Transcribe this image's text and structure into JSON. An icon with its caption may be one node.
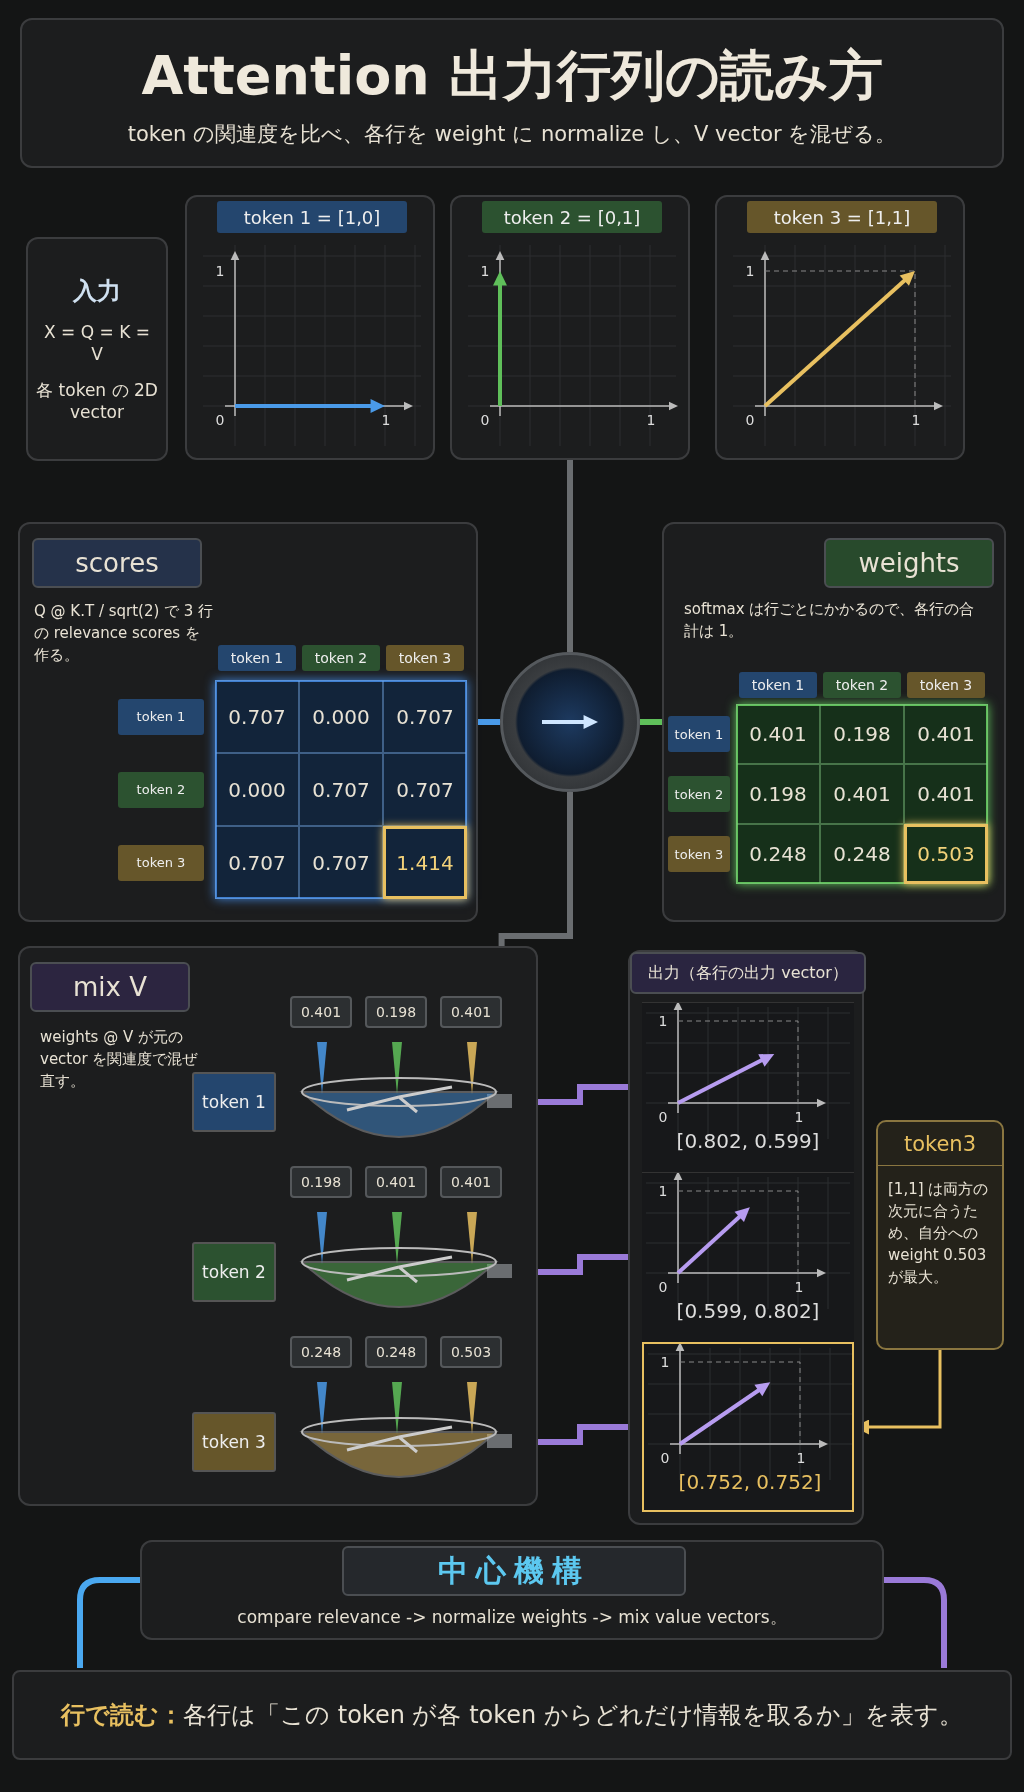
{
  "diagram": {
    "title": "Attention 出力行列の読み方",
    "caption": "**行で読む：**各行は「この token が各 token からどれだけ情報を取るか」を表す。",
    "nodes": [
      {
        "text": [
          "入力",
          "X = Q = K = V",
          "各 token の 2D vector"
        ]
      },
      {
        "text": [
          "token 1 = [1,0]"
        ]
      },
      {
        "text": [
          "token 2 = [0,1]"
        ]
      },
      {
        "text": [
          "token 3 = [1,1]"
        ]
      },
      {
        "text": [
          "scores",
          "Q @ K.T / sqrt(2) で 3 行の relevance scores を作る。"
        ]
      },
      {
        "text": [],
        "shape": "circle"
      },
      {
        "text": [
          "weights",
          "softmax は行ごとにかかるので、各行の合計は 1。"
        ]
      },
      {
        "text": [
          "mix V",
          "weights @ V が元の vector を関連度で混ぜ直す。"
        ]
      },
      {
        "text": [
          "token 1"
        ],
        "in": 7
      },
      {
        "text": [
          "token 2"
        ],
        "in": 7
      },
      {
        "text": [
          "token 3"
        ],
        "in": 7
      },
      {
        "text": [
          "出力（各行の出力 vector）"
        ]
      },
      {
        "text": [
          "[0.802, 0.599]"
        ],
        "in": 11
      },
      {
        "text": [
          "[0.599, 0.802]"
        ],
        "in": 11
      },
      {
        "text": [
          "[0.752, 0.752]"
        ],
        "in": 11
      },
      {
        "text": [
          "token3",
          "[1,1] は両方の次元に合うため、自分への weight 0.503 が最大。"
        ]
      },
      {
        "text": [
          "中心機構",
          "compare relevance -> normalize weights -> mix value vectors。"
        ]
      }
    ],
    "edges": [
      {
        "from": 2,
        "to": 5,
        "arrow": "none",
        "color": "#6a6d70"
      },
      {
        "from": 4,
        "to": 5,
        "arrow": "none",
        "color": "#4a9ae8"
      },
      {
        "from": 5,
        "to": 6,
        "arrow": "none",
        "color": "#5fbf5a"
      },
      {
        "from": 5,
        "to": 7,
        "arrow": "none",
        "color": "#6a6d70"
      },
      {
        "from": 8,
        "to": 12,
        "arrow": "none",
        "color": "#9a7ad8"
      },
      {
        "from": 9,
        "to": 13,
        "arrow": "none",
        "color": "#9a7ad8"
      },
      {
        "from": 10,
        "to": 14,
        "arrow": "none",
        "color": "#9a7ad8"
      },
      {
        "from": 15,
        "to": 14,
        "arrow": "to",
        "color": "#e8c060"
      }
    ],
    "labels": [
      "token の関連度を比べ、各行を weight に normalize し、V vector を混ぜる。",
      "1",
      "0",
      "1",
      "1",
      "0",
      "1",
      "1",
      "0",
      "1",
      "token 1",
      "token 2",
      "token 3",
      "token 1",
      "0.707",
      "0.000",
      "0.707",
      "token 2",
      "0.000",
      "0.707",
      "0.707",
      "token 3",
      "0.707",
      "0.707",
      "1.414",
      "token 1",
      "token 2",
      "token 3",
      "token 1",
      "0.401",
      "0.198",
      "0.401",
      "token 2",
      "0.198",
      "0.401",
      "0.401",
      "token 3",
      "0.248",
      "0.248",
      "0.503",
      "0.401",
      "0.198",
      "0.401",
      "0.198",
      "0.401",
      "0.401",
      "0.248",
      "0.248",
      "0.503",
      "1",
      "0",
      "1",
      "1",
      "0",
      "1",
      "1",
      "0",
      "1"
    ]
  }
}
